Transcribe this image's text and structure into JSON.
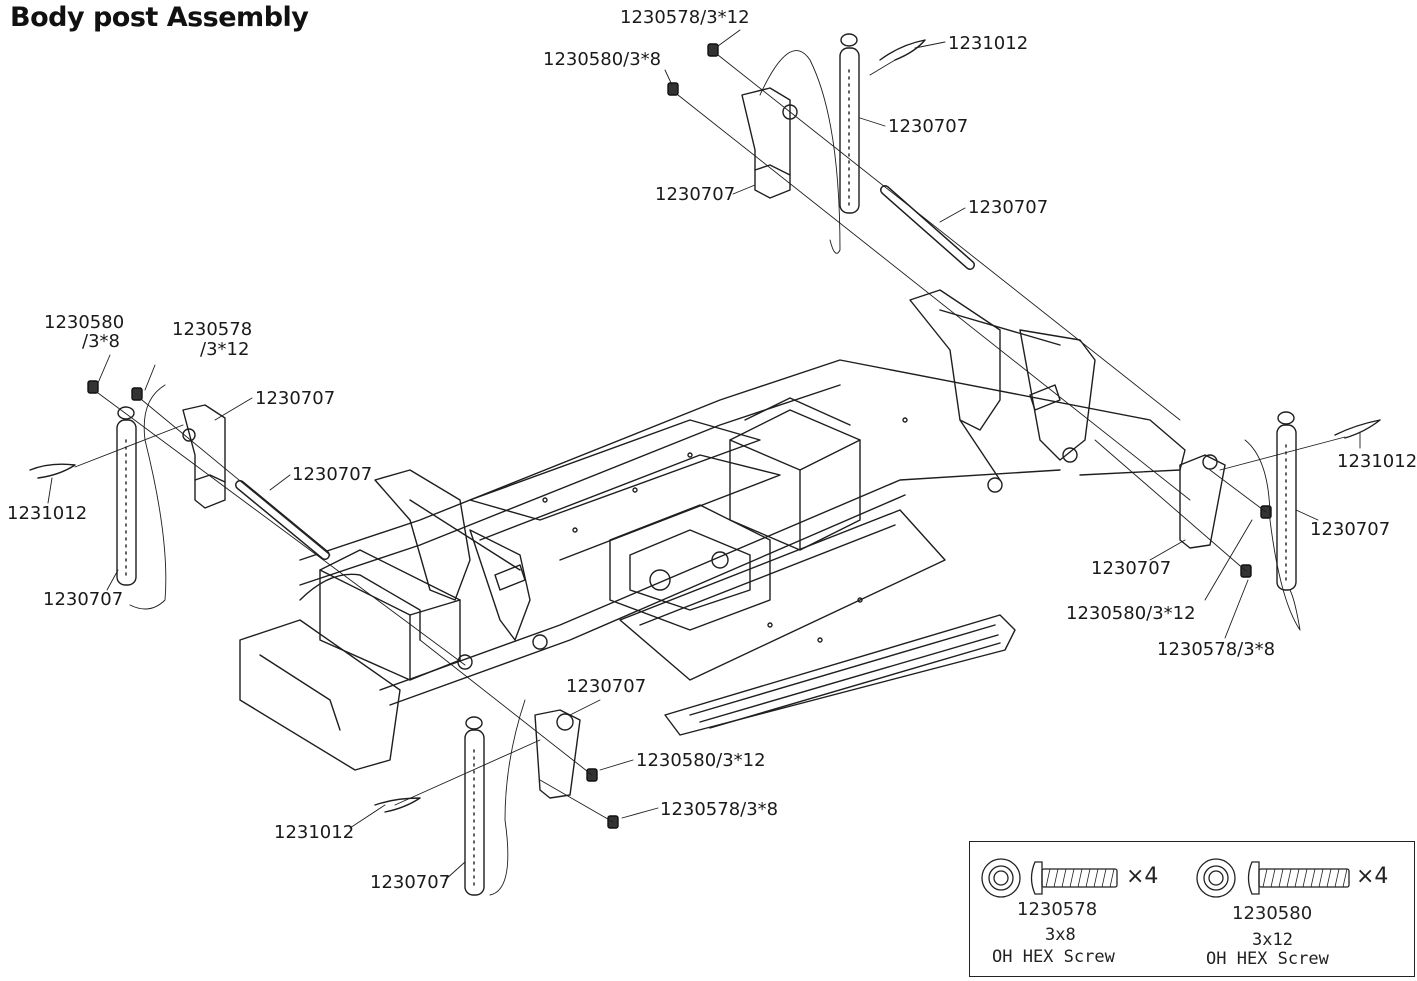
{
  "title": "Body post Assembly",
  "callouts": {
    "top_screw_12": "1230578/3*12",
    "top_screw_8": "1230580/3*8",
    "top_clip": "1231012",
    "top_post": "1230707",
    "top_mount": "1230707",
    "top_rod": "1230707",
    "left_screw_a": "1230580",
    "left_screw_a_size": "/3*8",
    "left_screw_b": "1230578",
    "left_screw_b_size": "/3*12",
    "left_mount": "1230707",
    "left_rod": "1230707",
    "left_clip": "1231012",
    "left_post": "1230707",
    "right_clip": "1231012",
    "right_post": "1230707",
    "right_mount": "1230707",
    "right_screw_12": "1230580/3*12",
    "right_screw_8": "1230578/3*8",
    "front_mount": "1230707",
    "front_screw_12": "1230580/3*12",
    "front_screw_8": "1230578/3*8",
    "front_clip": "1231012",
    "front_post": "1230707"
  },
  "legend": {
    "items": [
      {
        "code": "1230578",
        "size": "3x8",
        "desc": "OH HEX Screw",
        "qty": "×4"
      },
      {
        "code": "1230580",
        "size": "3x12",
        "desc": "OH HEX Screw",
        "qty": "×4"
      }
    ]
  }
}
